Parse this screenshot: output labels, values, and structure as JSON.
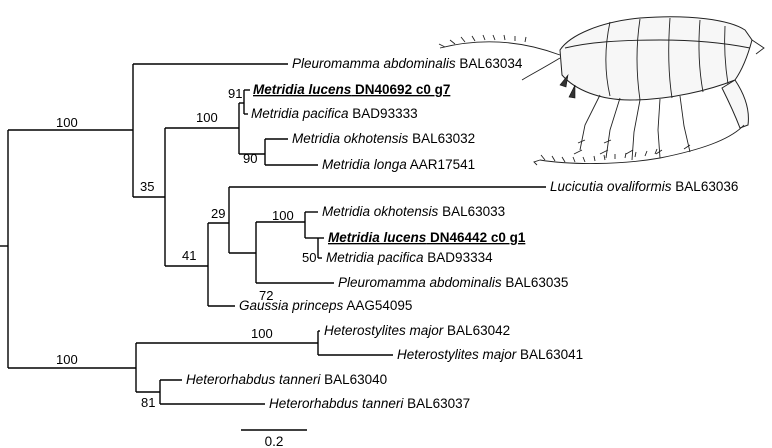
{
  "leaves": [
    {
      "id": "pab1",
      "genus_species": "Pleuromamma abdominalis",
      "accession": "BAL63034"
    },
    {
      "id": "mluc1",
      "genus_species": "Metridia lucens",
      "accession": "DN40692 c0 g7",
      "highlight": true
    },
    {
      "id": "mpac1",
      "genus_species": "Metridia pacifica",
      "accession": "BAD93333"
    },
    {
      "id": "mokh1",
      "genus_species": "Metridia okhotensis",
      "accession": "BAL63032"
    },
    {
      "id": "mlon",
      "genus_species": "Metridia longa",
      "accession": "AAR17541"
    },
    {
      "id": "luc",
      "genus_species": "Lucicutia ovaliformis",
      "accession": "BAL63036"
    },
    {
      "id": "mokh2",
      "genus_species": "Metridia okhotensis",
      "accession": "BAL63033"
    },
    {
      "id": "mluc2",
      "genus_species": "Metridia lucens",
      "accession": "DN46442 c0 g1",
      "highlight": true
    },
    {
      "id": "mpac2",
      "genus_species": "Metridia pacifica",
      "accession": "BAD93334"
    },
    {
      "id": "pab2",
      "genus_species": "Pleuromamma abdominalis",
      "accession": "BAL63035"
    },
    {
      "id": "gau",
      "genus_species": "Gaussia princeps",
      "accession": "AAG54095"
    },
    {
      "id": "het1",
      "genus_species": "Heterostylites major",
      "accession": "BAL63042"
    },
    {
      "id": "het2",
      "genus_species": "Heterostylites major",
      "accession": "BAL63041"
    },
    {
      "id": "hrh1",
      "genus_species": "Heterorhabdus tanneri",
      "accession": "BAL63040"
    },
    {
      "id": "hrh2",
      "genus_species": "Heterorhabdus tanneri",
      "accession": "BAL63037"
    }
  ],
  "bootstrap": {
    "n100a": "100",
    "n91": "91",
    "n100b": "100",
    "n90": "90",
    "n35": "35",
    "n29": "29",
    "n100c": "100",
    "n50": "50",
    "n72": "72",
    "n41": "41",
    "n100d": "100",
    "n100e": "100",
    "n81": "81"
  },
  "scale_bar": {
    "label": "0.2",
    "value": 0.2
  },
  "illustration": {
    "subject": "copepod"
  }
}
